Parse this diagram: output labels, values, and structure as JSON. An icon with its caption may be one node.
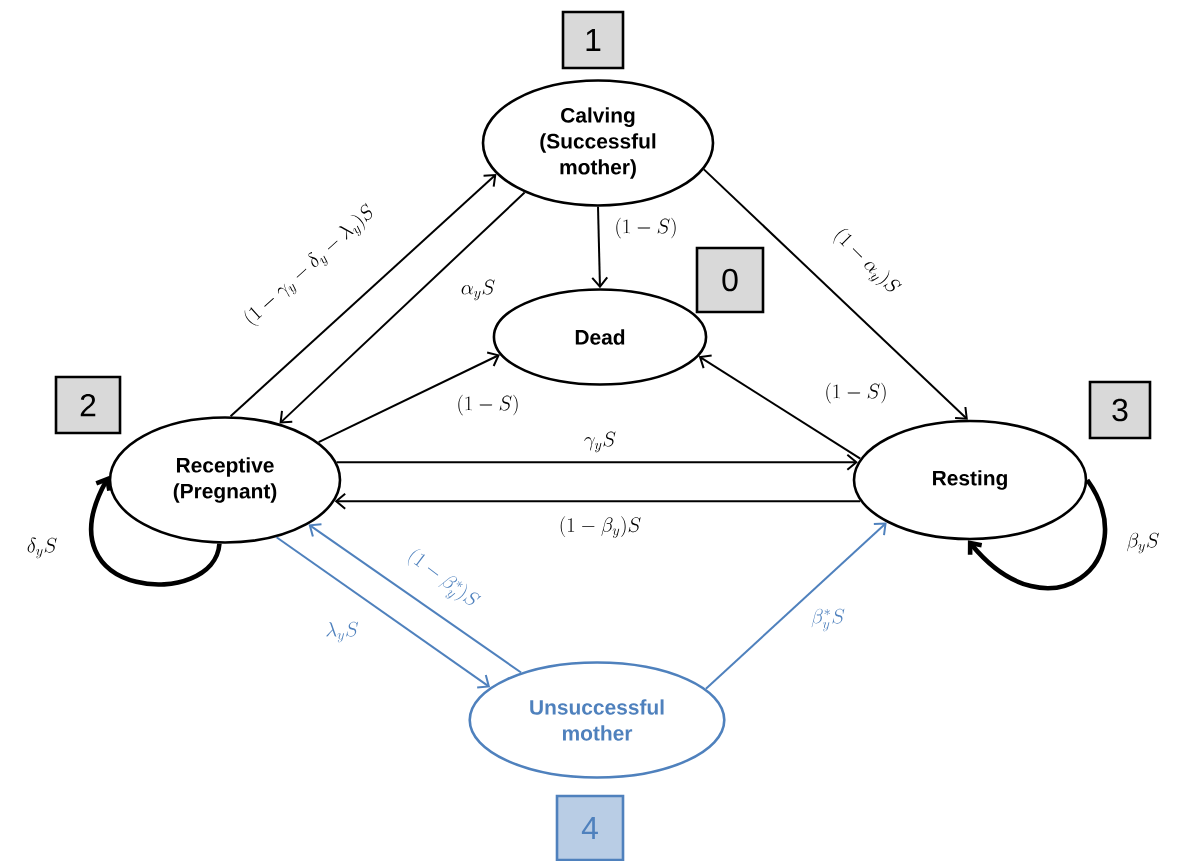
{
  "diagram": {
    "nodes": [
      {
        "text": [
          "1"
        ]
      },
      {
        "text": [
          "Calving (Successful mother)"
        ]
      },
      {
        "text": [
          "0"
        ]
      },
      {
        "text": [
          "Dead"
        ]
      },
      {
        "text": [
          "2"
        ]
      },
      {
        "text": [
          "Receptive (Pregnant)"
        ]
      },
      {
        "text": [
          "3"
        ]
      },
      {
        "text": [
          "Resting"
        ]
      },
      {
        "text": [
          "Unsuccessful mother"
        ]
      },
      {
        "text": [
          "4"
        ]
      }
    ],
    "edges": [
      {
        "from": 1,
        "to": 3,
        "arrow": "to",
        "label": "(1-S)"
      },
      {
        "from": 5,
        "to": 1,
        "arrow": "to",
        "label": "(1-\\gamma_y-\\delta_y-\\lambda_y)S"
      },
      {
        "from": 1,
        "to": 5,
        "arrow": "to",
        "label": "\\alpha_y S"
      },
      {
        "from": 1,
        "to": 7,
        "arrow": "to",
        "label": "(1-\\alpha_y)S"
      },
      {
        "from": 5,
        "to": 3,
        "arrow": "to",
        "label": "(1-S)"
      },
      {
        "from": 7,
        "to": 3,
        "arrow": "to",
        "label": "(1-S)"
      },
      {
        "from": 5,
        "to": 7,
        "arrow": "to",
        "label": "\\gamma_y S"
      },
      {
        "from": 7,
        "to": 5,
        "arrow": "to",
        "label": "(1-\\beta_y)S"
      },
      {
        "from": 5,
        "to": 5,
        "arrow": "to",
        "label": "\\delta_y S",
        "style": "thick"
      },
      {
        "from": 7,
        "to": 7,
        "arrow": "to",
        "label": "\\beta_y S",
        "style": "thick"
      },
      {
        "from": 5,
        "to": 8,
        "arrow": "to",
        "label": "\\lambda_y S",
        "color": "#4f81bd"
      },
      {
        "from": 8,
        "to": 5,
        "arrow": "to",
        "label": "(1-\\beta_y^*)S",
        "color": "#4f81bd"
      },
      {
        "from": 8,
        "to": 7,
        "arrow": "to",
        "label": "\\beta_y^* S",
        "color": "#4f81bd"
      }
    ]
  }
}
